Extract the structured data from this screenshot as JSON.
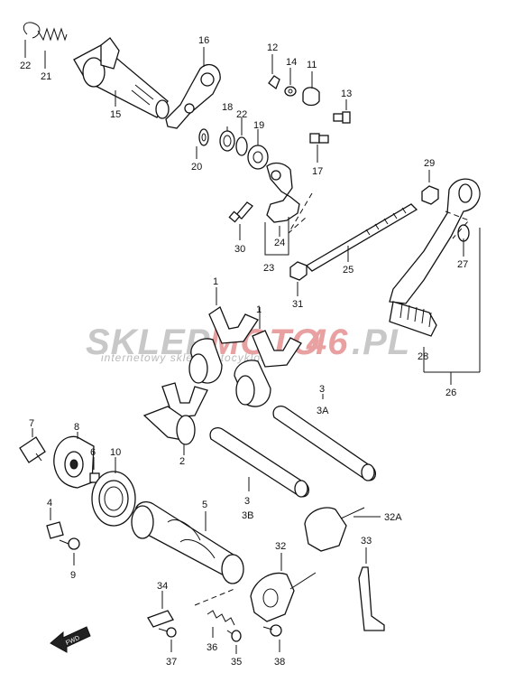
{
  "watermark": {
    "part1": "SKLEP",
    "part2": "MOTO",
    "part3": "46",
    "part4": ".PL",
    "subtitle": "internetowy sklep motocyklowy",
    "color_gray": "#c8c8c8",
    "color_red": "#e8a0a0"
  },
  "labels": {
    "l22a": "22",
    "l21": "21",
    "l15": "15",
    "l16": "16",
    "l20": "20",
    "l18": "18",
    "l22b": "22",
    "l19": "19",
    "l12": "12",
    "l14": "14",
    "l11": "11",
    "l13": "13",
    "l17": "17",
    "l30": "30",
    "l24": "24",
    "l23": "23",
    "l31": "31",
    "l25": "25",
    "l29": "29",
    "l27": "27",
    "l28": "28",
    "l26": "26",
    "l1a": "1",
    "l1b": "1",
    "l2": "2",
    "l3a": "3",
    "l3A": "3A",
    "l3b": "3",
    "l3B": "3B",
    "l7": "7",
    "l8": "8",
    "l6": "6",
    "l10": "10",
    "l4": "4",
    "l9": "9",
    "l5": "5",
    "l32A": "32A",
    "l32": "32",
    "l33": "33",
    "l34": "34",
    "l37": "37",
    "l36": "36",
    "l35": "35",
    "l38": "38",
    "fwd": "FWD"
  }
}
